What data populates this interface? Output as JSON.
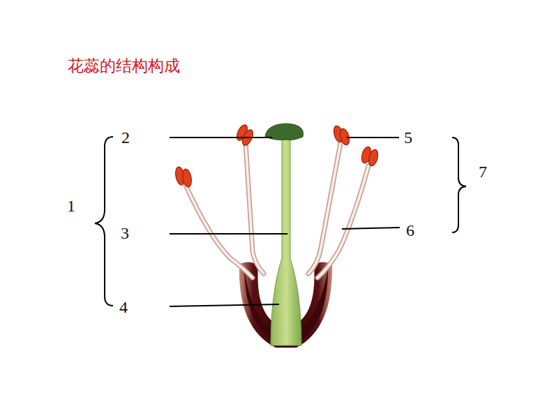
{
  "diagram": {
    "title": "花蕊的结构构成",
    "labels": [
      "2",
      "5",
      "7",
      "1",
      "3",
      "6",
      "4"
    ]
  }
}
